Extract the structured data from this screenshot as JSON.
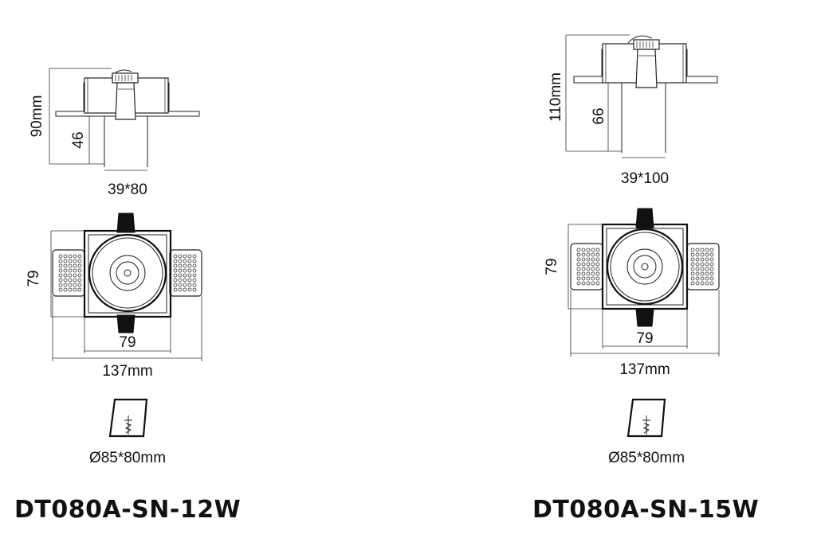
{
  "products": [
    {
      "side_view": {
        "height_label": "90mm",
        "depth_label": "46",
        "width_label": "39*80"
      },
      "front_view": {
        "height_label": "79",
        "inner_width_label": "79",
        "outer_width_label": "137mm"
      },
      "cutout": {
        "label": "Ø85*80mm"
      },
      "model": "DT080A-SN-12W"
    },
    {
      "side_view": {
        "height_label": "110mm",
        "depth_label": "66",
        "width_label": "39*100"
      },
      "front_view": {
        "height_label": "79",
        "inner_width_label": "79",
        "outer_width_label": "137mm"
      },
      "cutout": {
        "label": "Ø85*80mm"
      },
      "model": "DT080A-SN-15W"
    }
  ]
}
